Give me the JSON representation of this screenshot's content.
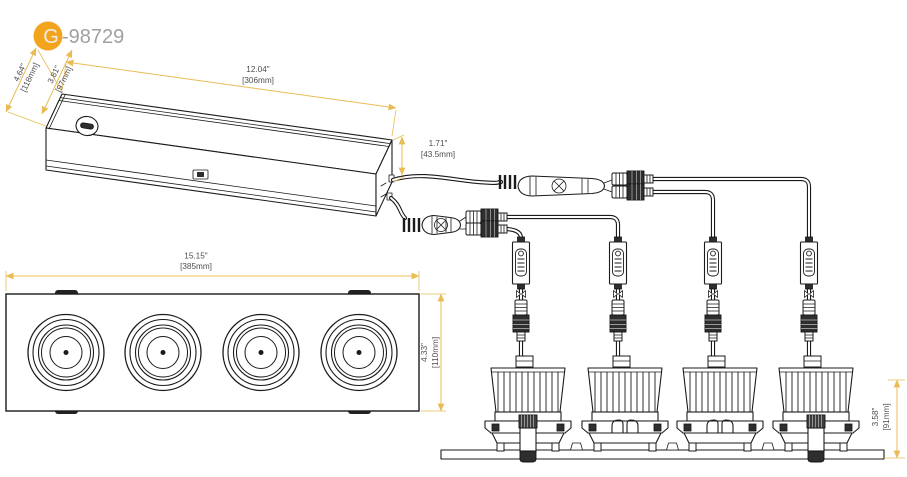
{
  "logo": {
    "letter": "G",
    "number": "-98729"
  },
  "colors": {
    "accent_orange": "#F2A41D",
    "dimension_line": "#E9BC55",
    "drawing_line": "#1B1B1B",
    "dimension_text": "#4E4E4E"
  },
  "dimensions": {
    "driver_length": {
      "inches": "12.04\"",
      "mm": "[306mm]"
    },
    "driver_overall_width": {
      "inches": "4.64\"",
      "mm": "[118mm]"
    },
    "driver_body_width": {
      "inches": "3.81\"",
      "mm": "[97mm]"
    },
    "driver_height": {
      "inches": "1.71\"",
      "mm": "[43.5mm]"
    },
    "faceplate_length": {
      "inches": "15.15\"",
      "mm": "[385mm]"
    },
    "faceplate_width": {
      "inches": "4.33\"",
      "mm": "[110mm]"
    },
    "fixture_height": {
      "inches": "3.58\"",
      "mm": "[91mm]"
    }
  }
}
